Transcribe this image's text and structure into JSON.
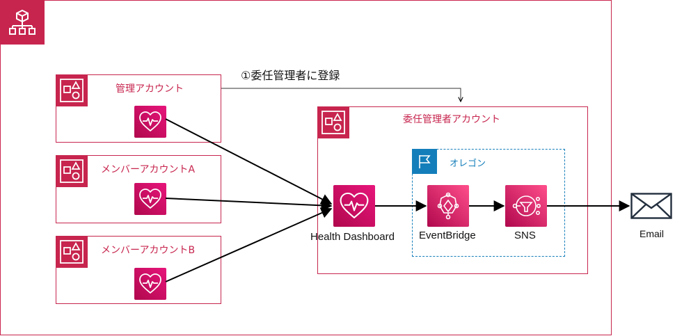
{
  "step_label": "①委任管理者に登録",
  "accounts": {
    "management": "管理アカウント",
    "member_a": "メンバーアカウントA",
    "member_b": "メンバーアカウントB",
    "delegated": "委任管理者アカウント"
  },
  "region": {
    "label": "オレゴン"
  },
  "services": {
    "health": "Health Dashboard",
    "eventbridge": "EventBridge",
    "sns": "SNS"
  },
  "email": {
    "label": "Email"
  },
  "colors": {
    "account_border": "#c7254e",
    "region_border": "#147eba",
    "service_pink": "#e7157b",
    "arrow": "#000000"
  }
}
